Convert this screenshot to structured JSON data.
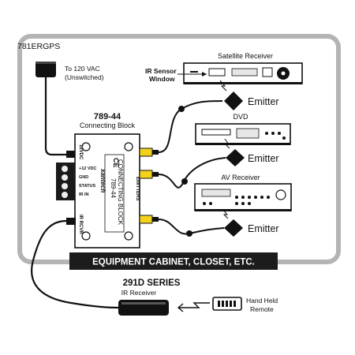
{
  "psu": {
    "model": "781ERGPS",
    "note_line1": "To 120 VAC",
    "note_line2": "(Unswitched)"
  },
  "connecting_block": {
    "model": "789-44",
    "title": "Connecting Block",
    "body_model": "789-44",
    "body_title": "CONNECTING BLOCK",
    "brand": "xantech",
    "ce_mark": "CE",
    "jack_12vdc": "12VDC",
    "jack_ir_rcvr": "IR RCVR",
    "emitters_label": "EMITTERS",
    "terminals": [
      "+12 VDC",
      "GND",
      "STATUS",
      "IR IN"
    ]
  },
  "devices": {
    "satellite": "Satellite Receiver",
    "dvd": "DVD",
    "av_receiver": "AV Receiver"
  },
  "ir_sensor_line1": "IR Sensor",
  "ir_sensor_line2": "Window",
  "emitters": [
    "Emitter",
    "Emitter",
    "Emitter"
  ],
  "cabinet_label": "EQUIPMENT CABINET, CLOSET, ETC.",
  "ir_receiver": {
    "series": "291D SERIES",
    "name": "IR Receiver"
  },
  "remote": {
    "line1": "Hand Held",
    "line2": "Remote"
  },
  "colors": {
    "cabinet_border": "#b4b4b4",
    "cable": "#111111",
    "jack_yellow": "#f2d21b",
    "emitter": "#111111"
  }
}
